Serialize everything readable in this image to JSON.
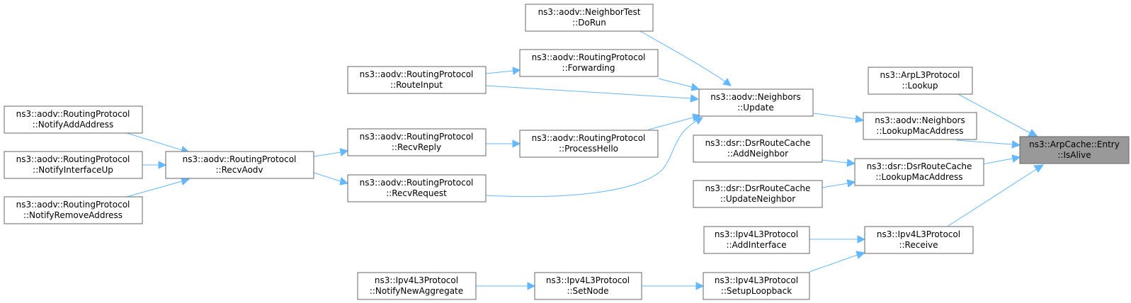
{
  "diagram": {
    "colors": {
      "edge": "#63b8ff",
      "node_border": "#666666",
      "root_fill": "#999999",
      "node_fill": "#ffffff"
    },
    "nodes": {
      "root": {
        "line1": "ns3::ArpCache::Entry",
        "line2": "::IsAlive"
      },
      "arpLookup": {
        "line1": "ns3::ArpL3Protocol",
        "line2": "::Lookup"
      },
      "nbLookupMac": {
        "line1": "ns3::aodv::Neighbors",
        "line2": "::LookupMacAddress"
      },
      "dsrLookupMac": {
        "line1": "ns3::dsr::DsrRouteCache",
        "line2": "::LookupMacAddress"
      },
      "ipv4Receive": {
        "line1": "ns3::Ipv4L3Protocol",
        "line2": "::Receive"
      },
      "nbUpdate": {
        "line1": "ns3::aodv::Neighbors",
        "line2": "::Update"
      },
      "dsrAddNeighbor": {
        "line1": "ns3::dsr::DsrRouteCache",
        "line2": "::AddNeighbor"
      },
      "dsrUpdateNeighbor": {
        "line1": "ns3::dsr::DsrRouteCache",
        "line2": "::UpdateNeighbor"
      },
      "ipv4AddInterface": {
        "line1": "ns3::Ipv4L3Protocol",
        "line2": "::AddInterface"
      },
      "ipv4SetupLoopback": {
        "line1": "ns3::Ipv4L3Protocol",
        "line2": "::SetupLoopback"
      },
      "neighborTestDoRun": {
        "line1": "ns3::aodv::NeighborTest",
        "line2": "::DoRun"
      },
      "rpForwarding": {
        "line1": "ns3::aodv::RoutingProtocol",
        "line2": "::Forwarding"
      },
      "rpProcessHello": {
        "line1": "ns3::aodv::RoutingProtocol",
        "line2": "::ProcessHello"
      },
      "ipv4SetNode": {
        "line1": "ns3::Ipv4L3Protocol",
        "line2": "::SetNode"
      },
      "rpRouteInput": {
        "line1": "ns3::aodv::RoutingProtocol",
        "line2": "::RouteInput"
      },
      "rpRecvReply": {
        "line1": "ns3::aodv::RoutingProtocol",
        "line2": "::RecvReply"
      },
      "rpRecvRequest": {
        "line1": "ns3::aodv::RoutingProtocol",
        "line2": "::RecvRequest"
      },
      "ipv4NotifyNewAggregate": {
        "line1": "ns3::Ipv4L3Protocol",
        "line2": "::NotifyNewAggregate"
      },
      "rpRecvAodv": {
        "line1": "ns3::aodv::RoutingProtocol",
        "line2": "::RecvAodv"
      },
      "rpNotifyAddAddress": {
        "line1": "ns3::aodv::RoutingProtocol",
        "line2": "::NotifyAddAddress"
      },
      "rpNotifyInterfaceUp": {
        "line1": "ns3::aodv::RoutingProtocol",
        "line2": "::NotifyInterfaceUp"
      },
      "rpNotifyRemoveAddress": {
        "line1": "ns3::aodv::RoutingProtocol",
        "line2": "::NotifyRemoveAddress"
      }
    },
    "edges": [
      {
        "from": "arpLookup",
        "to": "root"
      },
      {
        "from": "nbLookupMac",
        "to": "root"
      },
      {
        "from": "dsrLookupMac",
        "to": "root"
      },
      {
        "from": "ipv4Receive",
        "to": "root"
      },
      {
        "from": "nbUpdate",
        "to": "nbLookupMac"
      },
      {
        "from": "dsrAddNeighbor",
        "to": "dsrLookupMac"
      },
      {
        "from": "dsrUpdateNeighbor",
        "to": "dsrLookupMac"
      },
      {
        "from": "ipv4AddInterface",
        "to": "ipv4Receive"
      },
      {
        "from": "ipv4SetupLoopback",
        "to": "ipv4Receive"
      },
      {
        "from": "neighborTestDoRun",
        "to": "nbUpdate"
      },
      {
        "from": "rpForwarding",
        "to": "nbUpdate"
      },
      {
        "from": "rpRouteInput",
        "to": "nbUpdate"
      },
      {
        "from": "rpProcessHello",
        "to": "nbUpdate"
      },
      {
        "from": "rpRecvRequest",
        "to": "nbUpdate"
      },
      {
        "from": "ipv4SetNode",
        "to": "ipv4SetupLoopback"
      },
      {
        "from": "rpRouteInput",
        "to": "rpForwarding"
      },
      {
        "from": "rpRecvReply",
        "to": "rpProcessHello"
      },
      {
        "from": "ipv4NotifyNewAggregate",
        "to": "ipv4SetNode"
      },
      {
        "from": "rpRecvAodv",
        "to": "rpRecvReply"
      },
      {
        "from": "rpRecvAodv",
        "to": "rpRecvRequest"
      },
      {
        "from": "rpNotifyAddAddress",
        "to": "rpRecvAodv"
      },
      {
        "from": "rpNotifyInterfaceUp",
        "to": "rpRecvAodv"
      },
      {
        "from": "rpNotifyRemoveAddress",
        "to": "rpRecvAodv"
      }
    ]
  }
}
